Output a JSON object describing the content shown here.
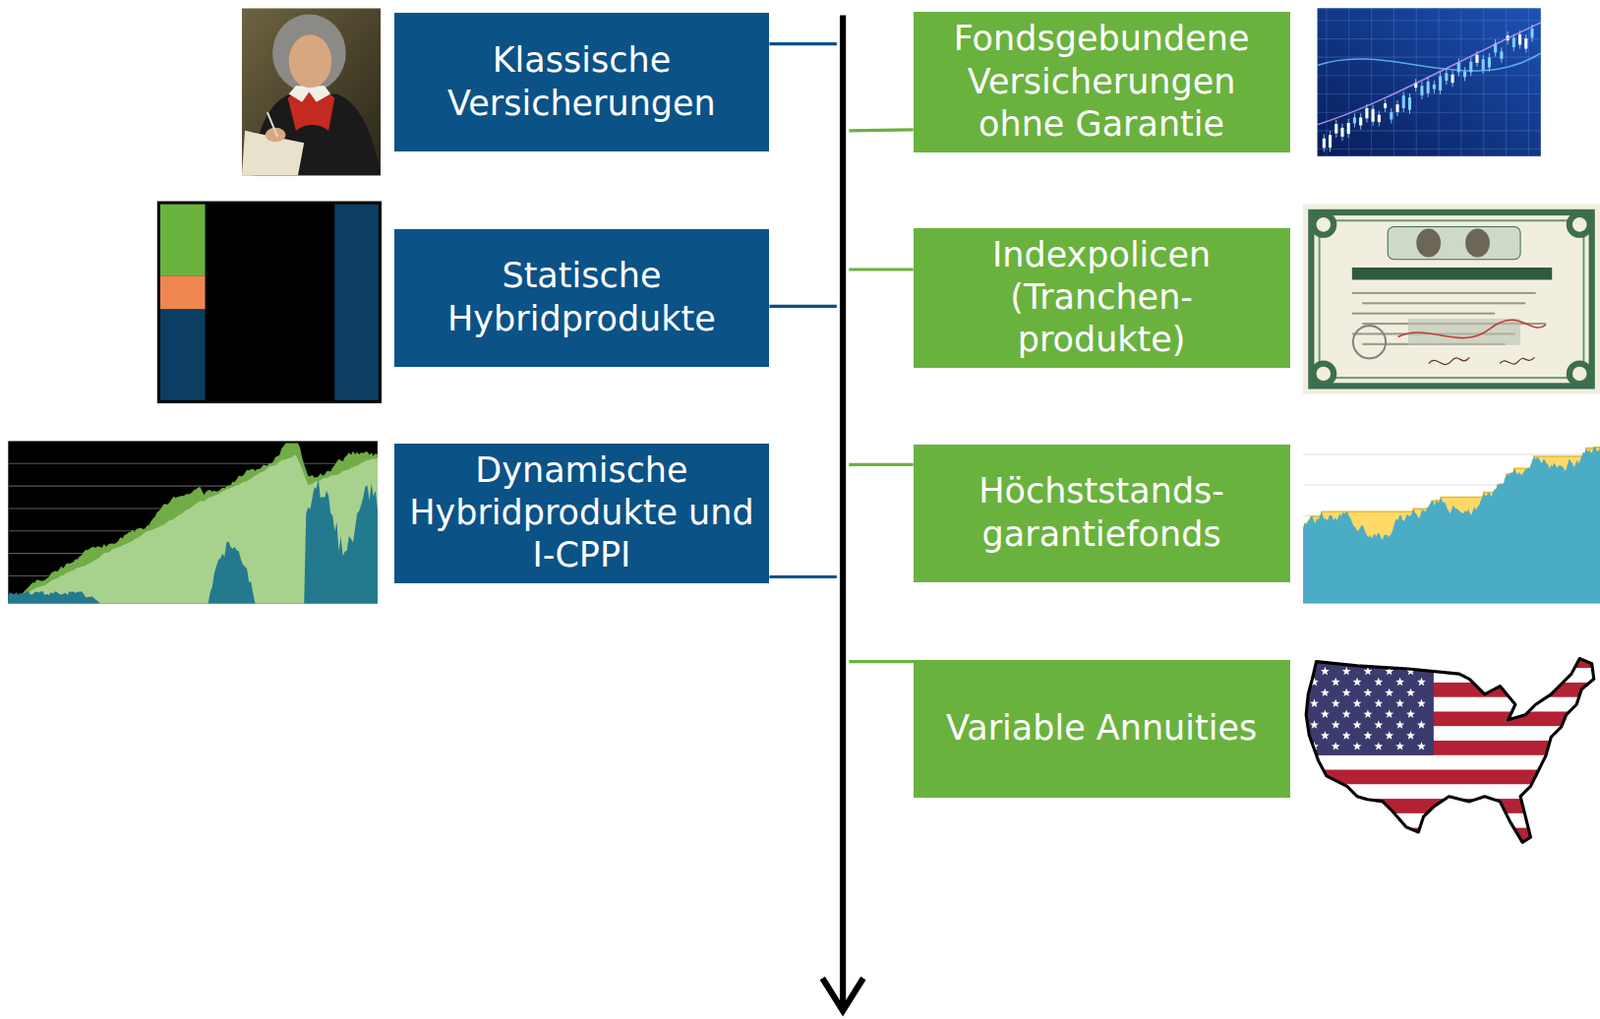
{
  "diagram": {
    "nodes": [
      {
        "text": [
          "Klassische Versicherungen"
        ]
      },
      {
        "text": [
          "Fondsgebundene Versicherungen ohne Garantie"
        ]
      },
      {
        "text": [
          "Statische Hybridprodukte"
        ]
      },
      {
        "text": [
          "Indexpolicen (Tranchen- produkte)"
        ]
      },
      {
        "text": [
          "Dynamische Hybridprodukte und I-CPPI"
        ]
      },
      {
        "text": [
          "Höchststands- garantiefonds"
        ]
      },
      {
        "text": [
          "Variable Annuities"
        ]
      }
    ]
  }
}
